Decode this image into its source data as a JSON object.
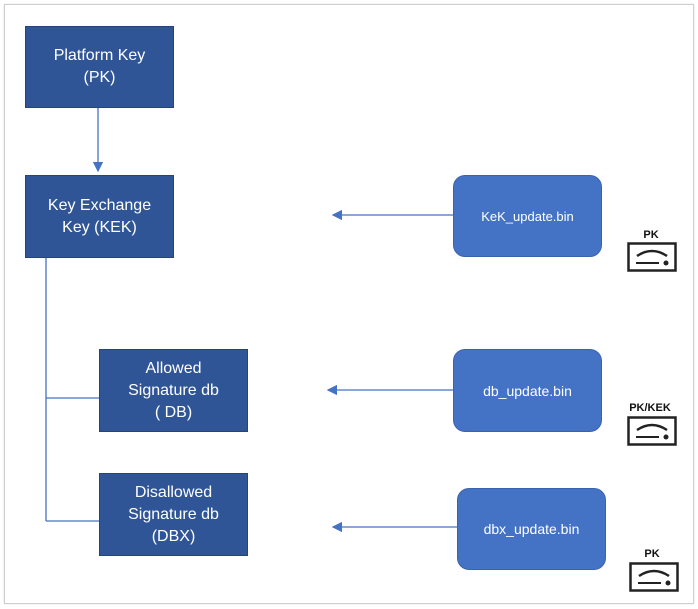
{
  "hierarchy": {
    "pk": {
      "line1": "Platform Key",
      "line2": "(PK)"
    },
    "kek": {
      "line1": "Key Exchange",
      "line2": "Key (KEK)"
    },
    "db": {
      "line1": "Allowed",
      "line2": "Signature db",
      "line3": "( DB)"
    },
    "dbx": {
      "line1": "Disallowed",
      "line2": "Signature db",
      "line3": "(DBX)"
    }
  },
  "updates": {
    "kek_update": "KeK_update.bin",
    "db_update": "db_update.bin",
    "dbx_update": "dbx_update.bin"
  },
  "signers": {
    "kek_signer": "PK",
    "db_signer": "PK/KEK",
    "dbx_signer": "PK"
  },
  "icons": {
    "signer_icon": "signing-key-card-icon"
  },
  "colors": {
    "dark_box": "#2f5597",
    "light_box": "#4472c4",
    "connector": "#4472c4"
  }
}
